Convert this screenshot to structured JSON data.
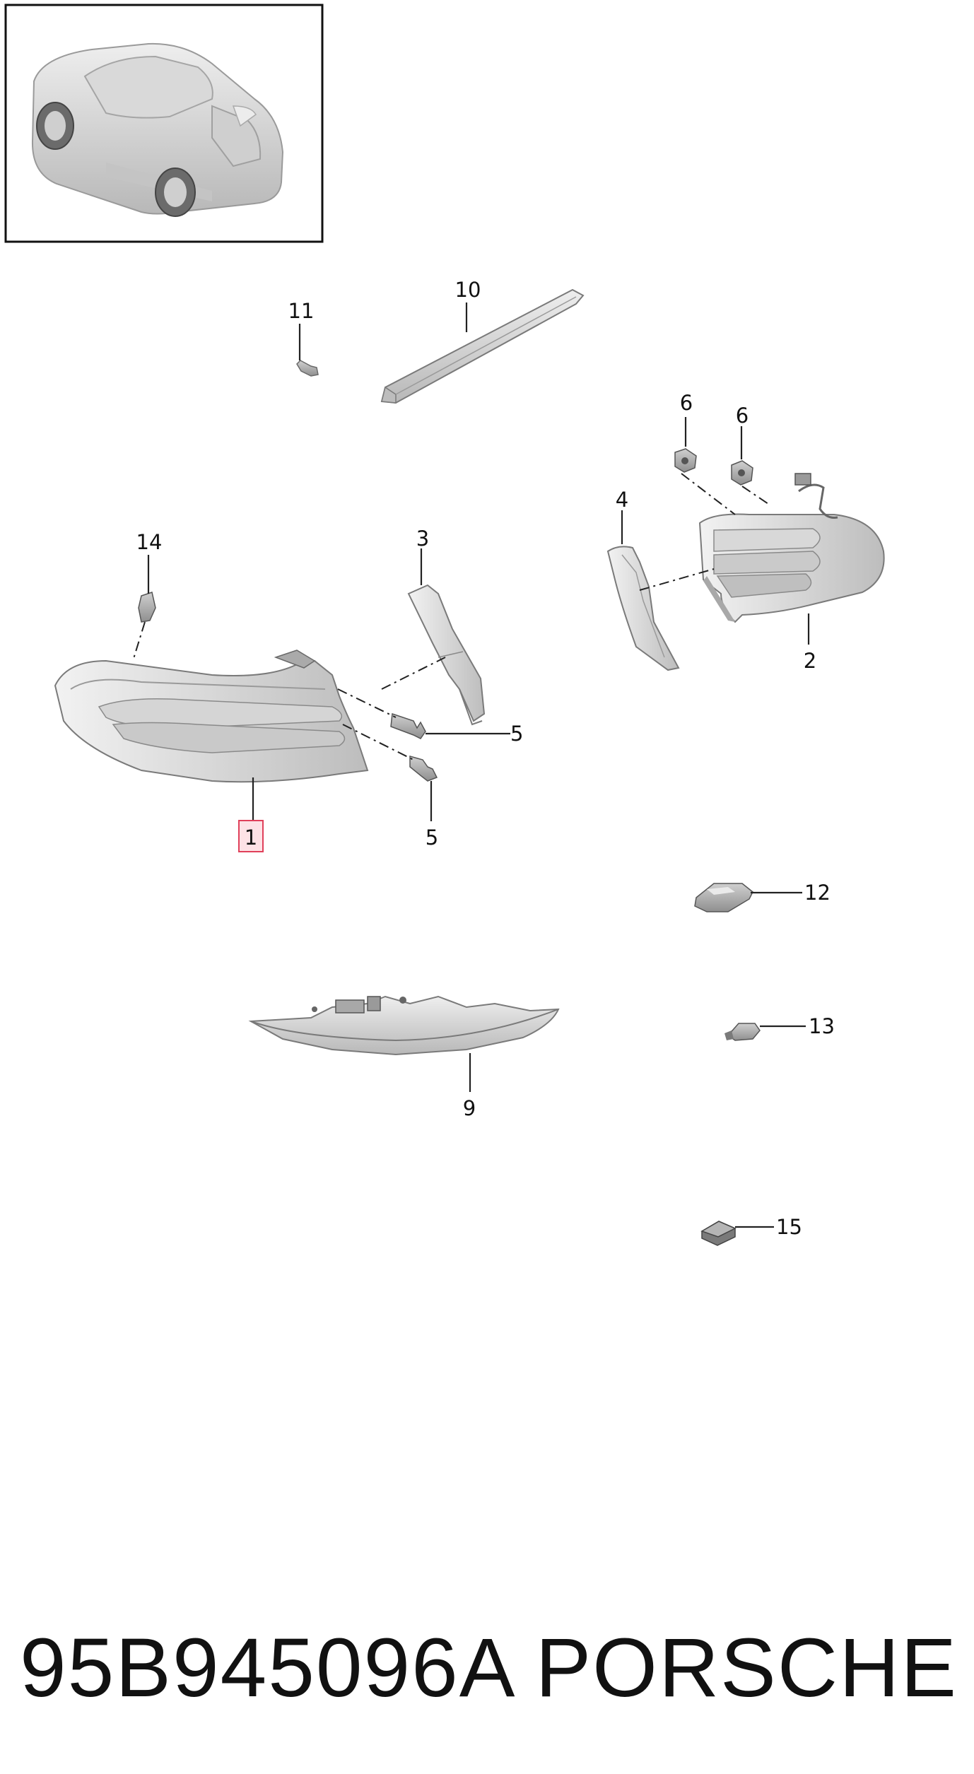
{
  "diagram": {
    "callouts": [
      "1",
      "2",
      "3",
      "4",
      "5",
      "5",
      "6",
      "6",
      "9",
      "10",
      "11",
      "12",
      "13",
      "14",
      "15"
    ],
    "highlighted_callout": "1",
    "highlight_color": "#e0405a"
  },
  "footer": {
    "part_number": "95B945096A",
    "brand": "PORSCHE"
  }
}
